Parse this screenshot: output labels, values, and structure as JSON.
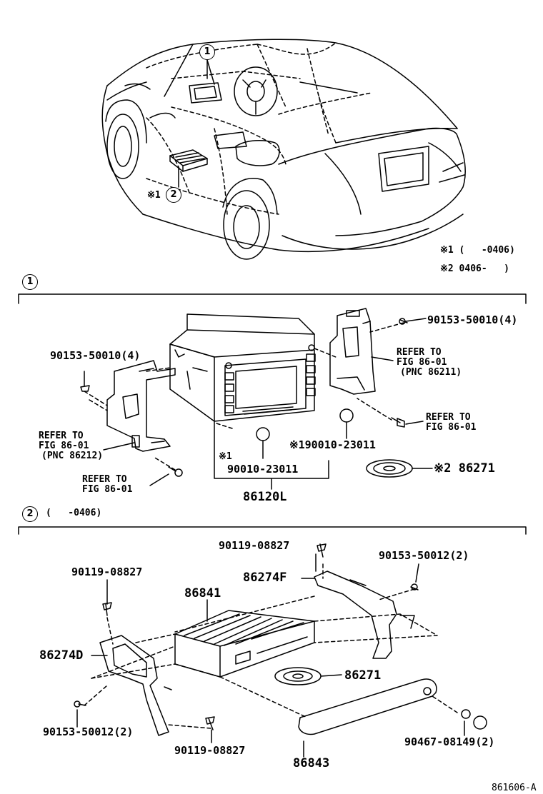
{
  "car_view": {
    "callout_1": "1",
    "callout_2": "2",
    "note_mark_1": "※1",
    "legend": [
      "※1 (   -0406)",
      "※2 0406-   )"
    ]
  },
  "section_1": {
    "marker": "1",
    "parts": {
      "screw_left": "90153-50010(4)",
      "screw_right": "90153-50010(4)",
      "refer_right_bracket": [
        "REFER TO",
        "FIG 86-01",
        "(PNC 86211)"
      ],
      "refer_right_screw": [
        "REFER TO",
        "FIG 86-01"
      ],
      "refer_left_bracket": [
        "REFER TO",
        "FIG 86-01",
        "(PNC 86212)"
      ],
      "refer_left_screw": [
        "REFER TO",
        "FIG 86-01"
      ],
      "bulb_note_left": "※1",
      "bulb_left": "90010-23011",
      "bulb_right": "※190010-23011",
      "disc": "※2 86271",
      "unit": "86120L"
    }
  },
  "section_2": {
    "marker": "2",
    "date_range": "(   -0406)",
    "parts": {
      "bolt_top": "90119-08827",
      "bolt_left": "90119-08827",
      "bolt_bottom": "90119-08827",
      "screw_right": "90153-50012(2)",
      "screw_left": "90153-50012(2)",
      "bracket_right": "86274F",
      "bracket_left": "86274D",
      "changer": "86841",
      "disc": "86271",
      "cover": "86843",
      "clip": "90467-08149(2)"
    }
  },
  "figure_code": "861606-A"
}
